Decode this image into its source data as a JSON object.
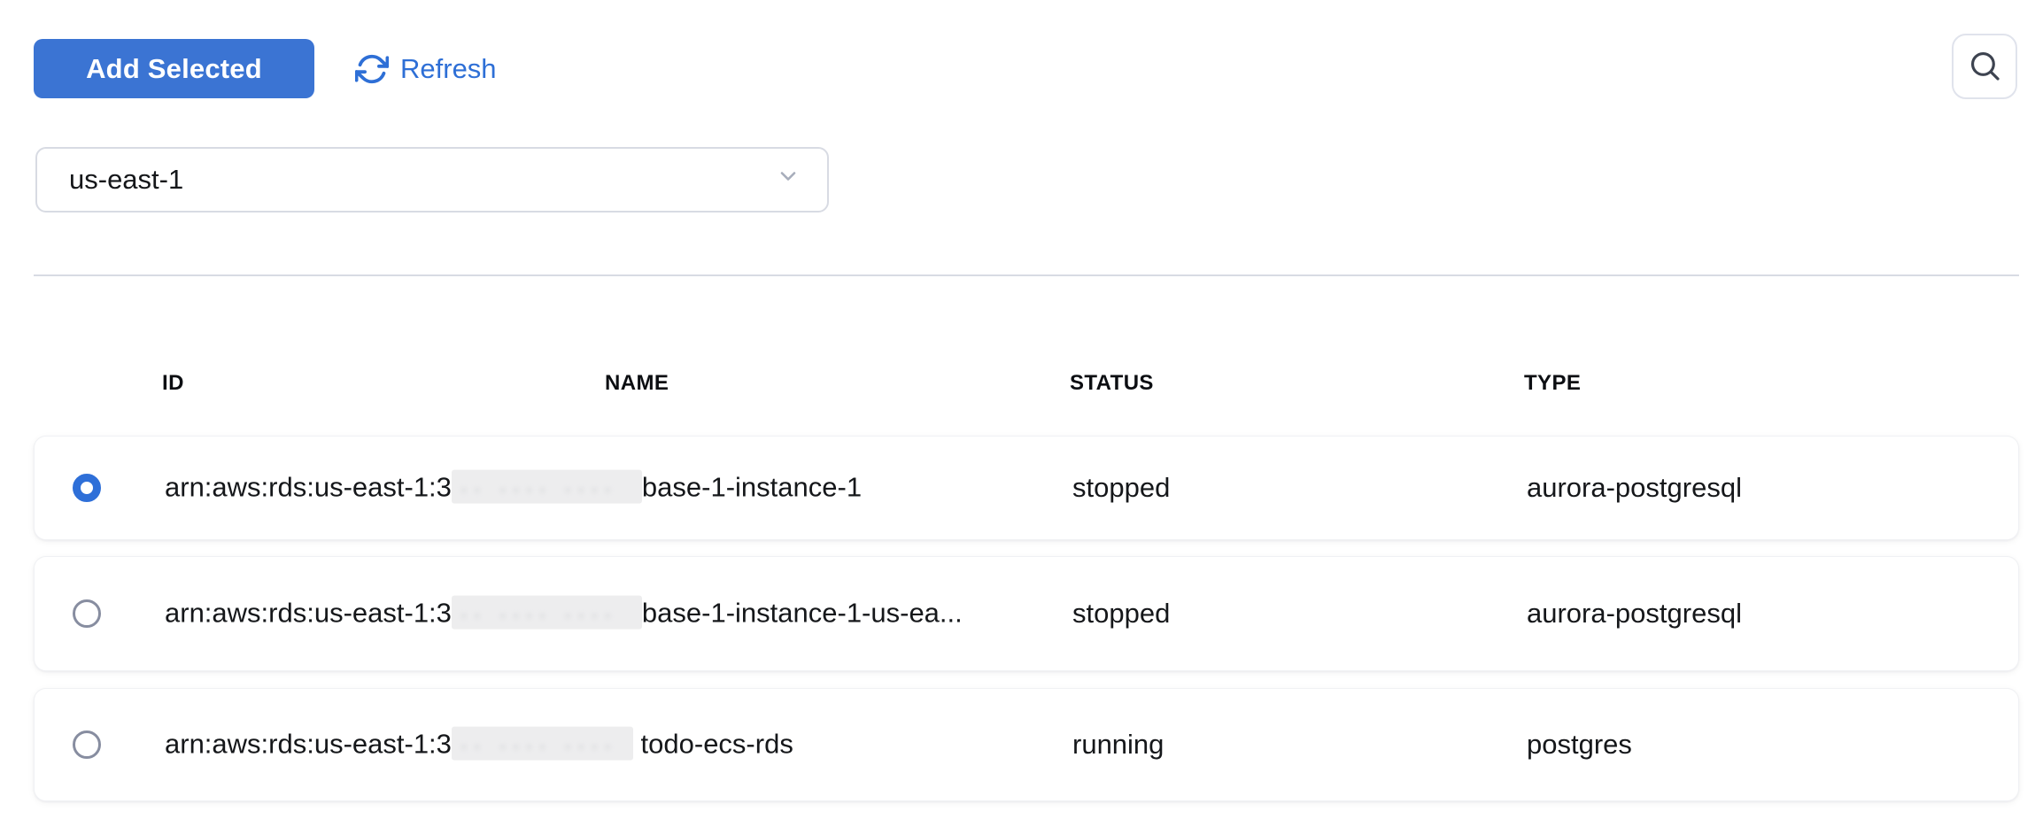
{
  "toolbar": {
    "add_selected_label": "Add Selected",
    "refresh_label": "Refresh"
  },
  "region_select": {
    "value": "us-east-1"
  },
  "table": {
    "columns": [
      "ID",
      "NAME",
      "STATUS",
      "TYPE"
    ],
    "redaction_placeholder": "·· ···· ····",
    "rows": [
      {
        "selected": true,
        "id_prefix": "arn:aws:rds:us-east-1:3",
        "id_redacted": true,
        "redaction_width": 215,
        "id_suffix": "base-1-instance-1",
        "status": "stopped",
        "type": "aurora-postgresql"
      },
      {
        "selected": false,
        "id_prefix": "arn:aws:rds:us-east-1:3",
        "id_redacted": true,
        "redaction_width": 215,
        "id_suffix": "base-1-instance-1-us-ea...",
        "status": "stopped",
        "type": "aurora-postgresql"
      },
      {
        "selected": false,
        "id_prefix": "arn:aws:rds:us-east-1:3",
        "id_redacted": true,
        "redaction_width": 205,
        "id_suffix": " todo-ecs-rds",
        "status": "running",
        "type": "postgres"
      }
    ]
  },
  "colors": {
    "primary_button": "#3b74d3",
    "link": "#2e6fd6",
    "radio_selected": "#2e6fd8",
    "text": "#15171a",
    "header_text": "#0c0e12",
    "divider": "#d8dbe3",
    "card_border": "#f0f1f4",
    "redaction_fill": "#ededee",
    "muted_icon": "#a7adbb"
  }
}
